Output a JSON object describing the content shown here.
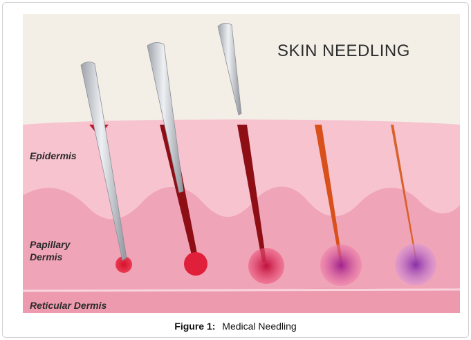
{
  "figure": {
    "title": "SKIN NEEDLING",
    "layers": {
      "epidermis": "Epidermis",
      "papillary_line1": "Papillary",
      "papillary_line2": "Dermis",
      "reticular": "Reticular Dermis"
    },
    "colors": {
      "surface": "#f3efe6",
      "epidermis": "#f6c3cf",
      "papillary": "#f0a4b8",
      "reticular": "#ee9aae",
      "needle": "#c9ccd1",
      "channel_dark": "#8e0e16",
      "channel_orange": "#d9501a"
    }
  },
  "caption": {
    "label": "Figure 1:",
    "text": "Medical Needling"
  }
}
